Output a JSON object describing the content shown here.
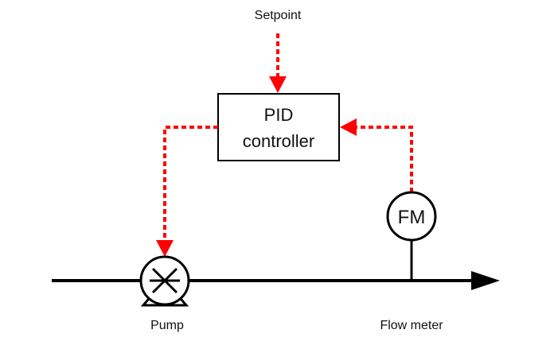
{
  "diagram": {
    "title": "PID flow control loop",
    "colors": {
      "signal": "#ff0000",
      "process": "#000000",
      "background": "#ffffff"
    },
    "nodes": {
      "setpoint": {
        "label": "Setpoint"
      },
      "controller": {
        "line1": "PID",
        "line2": "controller"
      },
      "pump": {
        "label": "Pump",
        "icon": "pump-icon"
      },
      "flow_meter": {
        "symbol": "FM",
        "label": "Flow meter",
        "icon": "flow-meter-icon"
      }
    },
    "edges": [
      {
        "from": "setpoint",
        "to": "controller",
        "style": "dashed-signal"
      },
      {
        "from": "controller",
        "to": "pump",
        "style": "dashed-signal"
      },
      {
        "from": "flow_meter",
        "to": "controller",
        "style": "dashed-signal"
      },
      {
        "from": "pump",
        "to": "flow_meter",
        "style": "process-line"
      }
    ]
  }
}
